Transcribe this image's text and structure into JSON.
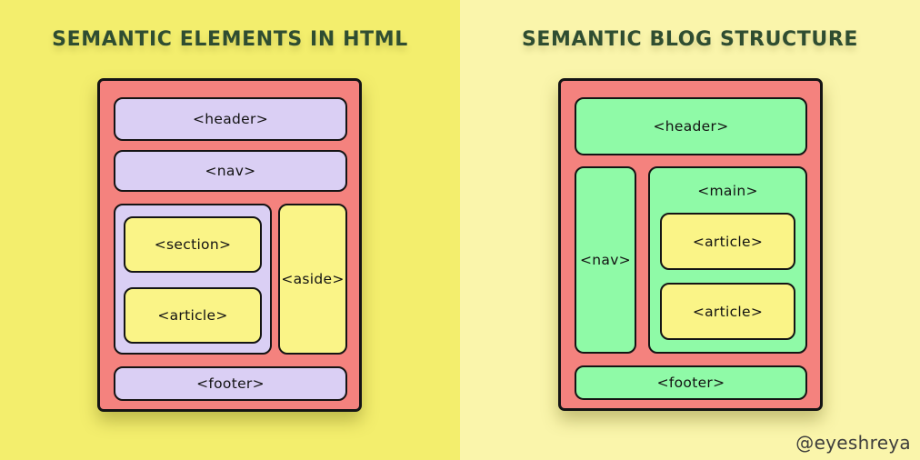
{
  "colors": {
    "left_background": "#F3EE6D",
    "right_background": "#FAF5AB",
    "container_red": "#F4827E",
    "lavender_box": "#DACFF4",
    "yellow_box": "#FAF487",
    "green_box": "#8FFAA7",
    "title_green": "#2F4D31",
    "border_black": "#141414",
    "watermark_gray": "#3E3E3C"
  },
  "left_panel": {
    "title": "SEMANTIC ELEMENTS IN HTML",
    "boxes": {
      "header": "<header>",
      "nav": "<nav>",
      "section": "<section>",
      "article": "<article>",
      "aside": "<aside>",
      "footer": "<footer>"
    }
  },
  "right_panel": {
    "title": "SEMANTIC BLOG STRUCTURE",
    "boxes": {
      "header": "<header>",
      "nav": "<nav>",
      "main": "<main>",
      "article1": "<article>",
      "article2": "<article>",
      "footer": "<footer>"
    }
  },
  "watermark": "@eyeshreya"
}
